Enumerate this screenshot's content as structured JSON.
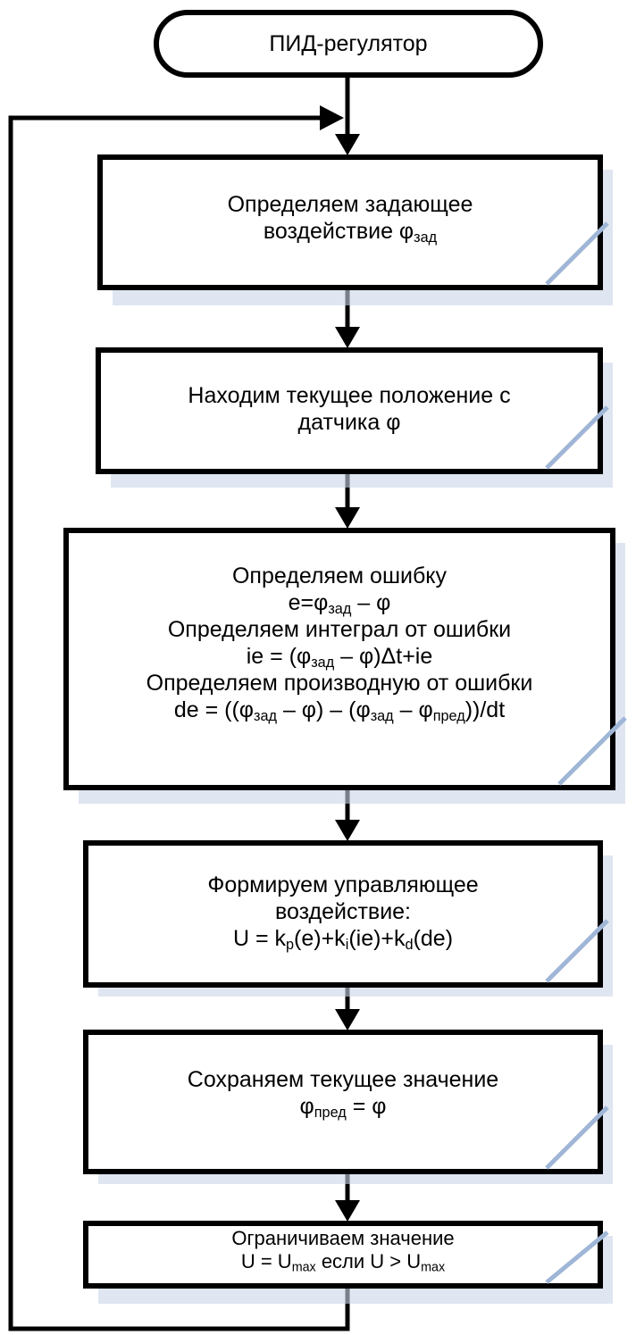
{
  "diagram": {
    "start": {
      "label": "ПИД-регулятор"
    },
    "steps": [
      {
        "lines": [
          "Определяем задающее",
          "воздействие φ<sub>зад</sub>"
        ]
      },
      {
        "lines": [
          "Находим текущее положение с",
          "датчика φ"
        ]
      },
      {
        "lines": [
          "Определяем ошибку",
          "e=φ<sub>зад</sub> – φ",
          "Определяем интеграл от ошибки",
          "ie = (φ<sub>зад</sub> – φ)Δt+ie",
          "Определяем производную от ошибки",
          "de = ((φ<sub>зад</sub> – φ) – (φ<sub>зад</sub> – φ<sub>пред</sub>))/dt"
        ]
      },
      {
        "lines": [
          "Формируем управляющее",
          "воздействие:",
          "U = k<sub>p</sub>(e)+k<sub>i</sub>(ie)+k<sub>d</sub>(de)"
        ]
      },
      {
        "lines": [
          "Сохраняем текущее значение",
          "φ<sub>пред</sub> = φ"
        ]
      },
      {
        "lines": [
          "Ограничиваем значение",
          "U = U<sub>max</sub> если U > U<sub>max</sub>"
        ]
      }
    ]
  },
  "colors": {
    "stroke": "#000000",
    "shadow": "#c9d6e8",
    "fill": "#ffffff"
  }
}
